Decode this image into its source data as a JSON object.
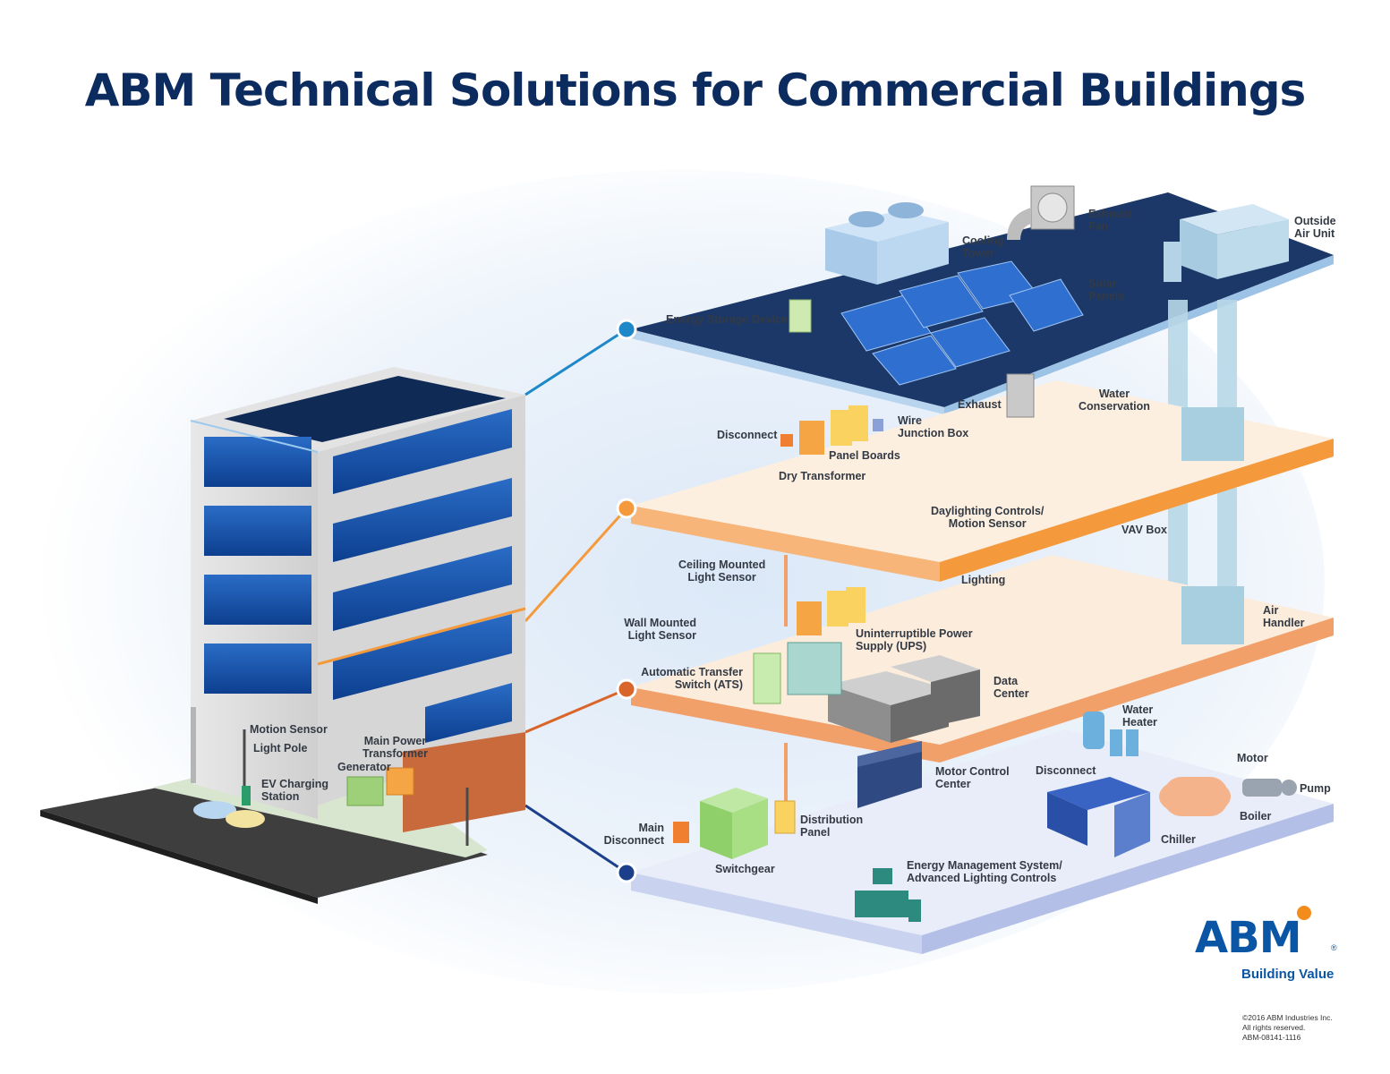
{
  "title": "ABM Technical Solutions for Commercial Buildings",
  "logo": {
    "wordmark": "ABM",
    "registered": "®",
    "tagline": "Building Value"
  },
  "copyright": [
    "©2016 ABM Industries Inc.",
    "All rights reserved.",
    "ABM-08141-1116"
  ],
  "colors": {
    "title": "#0c2b5e",
    "roof": "#1b3868",
    "floor_orange": "#f59a3c",
    "floor_dark_orange": "#d9652a",
    "floor_blue": "#c9d2ee",
    "connector_blue": "#1e88c9",
    "connector_navy": "#1c3f8c",
    "brand_blue": "#0b56a4",
    "brand_orange": "#f28c1a"
  },
  "roof_labels": {
    "cooling_tower": "Cooling\nTower",
    "exhaust_fan": "Exhaust\nFan",
    "outside_air_unit": "Outside\nAir Unit",
    "solar_panels": "Solar\nPanels",
    "energy_storage": "Energy Storage Device"
  },
  "upper_floor_labels": {
    "exhaust": "Exhaust",
    "water_conservation": "Water\nConservation",
    "disconnect": "Disconnect",
    "wire_junction_box": "Wire\nJunction Box",
    "panel_boards": "Panel Boards",
    "dry_transformer": "Dry Transformer"
  },
  "middle_floor_labels": {
    "daylighting": "Daylighting Controls/\nMotion Sensor",
    "vav_box": "VAV Box",
    "ceiling_sensor": "Ceiling Mounted\nLight Sensor",
    "lighting": "Lighting",
    "air_handler": "Air\nHandler",
    "wall_sensor": "Wall Mounted\nLight Sensor",
    "ups": "Uninterruptible Power\nSupply (UPS)",
    "ats": "Automatic Transfer\nSwitch (ATS)",
    "data_center": "Data\nCenter"
  },
  "basement_labels": {
    "water_heater": "Water\nHeater",
    "motor": "Motor",
    "pump": "Pump",
    "disconnect": "Disconnect",
    "motor_control_center": "Motor Control\nCenter",
    "boiler": "Boiler",
    "chiller": "Chiller",
    "distribution_panel": "Distribution\nPanel",
    "main_disconnect": "Main\nDisconnect",
    "switchgear": "Switchgear",
    "ems": "Energy Management System/\nAdvanced Lighting Controls"
  },
  "exterior_labels": {
    "motion_sensor": "Motion Sensor",
    "light_pole": "Light Pole",
    "main_power_transformer": "Main Power\nTransformer",
    "generator": "Generator",
    "ev_charging": "EV Charging\nStation"
  }
}
